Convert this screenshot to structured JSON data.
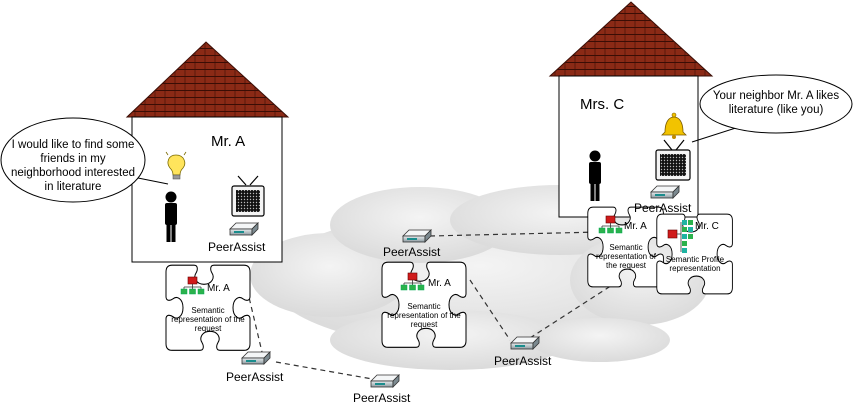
{
  "house_a": {
    "owner": "Mr. A",
    "device_label": "PeerAssist"
  },
  "house_c": {
    "owner": "Mrs. C",
    "device_label": "PeerAssist"
  },
  "bubble_a": "I would like to find some friends in my neighborhood interested in literature",
  "bubble_c": "Your neighbor Mr. A likes literature (like you)",
  "peer_labels": [
    "PeerAssist",
    "PeerAssist",
    "PeerAssist",
    "PeerAssist"
  ],
  "puzzle_request": {
    "owner": "Mr. A",
    "caption": "Semantic representation of the request"
  },
  "puzzle_profile": {
    "owner": "Mr. C",
    "caption": "Semantic Profile representation"
  },
  "colors": {
    "roof": "#8B2A16",
    "roof_lines": "#3a0d05",
    "cloud": "#e4e4e4",
    "node_red": "#d01a1a",
    "node_green": "#2bb24c",
    "node_teal": "#1fb3a2"
  }
}
